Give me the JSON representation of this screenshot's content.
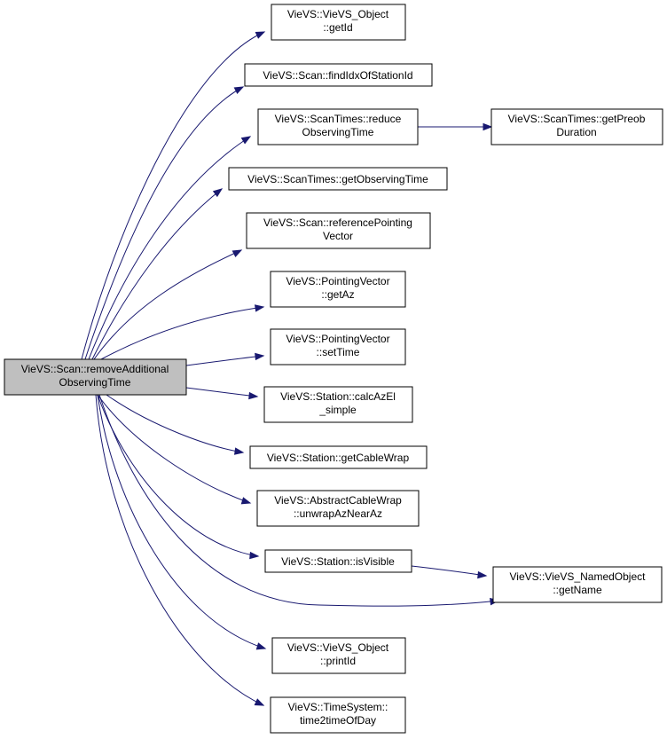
{
  "nodes": [
    {
      "id": "root",
      "lines": [
        "VieVS::Scan::removeAdditional",
        "ObservingTime"
      ]
    },
    {
      "id": "n1",
      "lines": [
        "VieVS::VieVS_Object",
        "::getId"
      ]
    },
    {
      "id": "n2",
      "lines": [
        "VieVS::Scan::findIdxOfStationId"
      ]
    },
    {
      "id": "n3",
      "lines": [
        "VieVS::ScanTimes::reduce",
        "ObservingTime"
      ]
    },
    {
      "id": "n4",
      "lines": [
        "VieVS::ScanTimes::getPreob",
        "Duration"
      ]
    },
    {
      "id": "n5",
      "lines": [
        "VieVS::ScanTimes::getObservingTime"
      ]
    },
    {
      "id": "n6",
      "lines": [
        "VieVS::Scan::referencePointing",
        "Vector"
      ]
    },
    {
      "id": "n7",
      "lines": [
        "VieVS::PointingVector",
        "::getAz"
      ]
    },
    {
      "id": "n8",
      "lines": [
        "VieVS::PointingVector",
        "::setTime"
      ]
    },
    {
      "id": "n9",
      "lines": [
        "VieVS::Station::calcAzEl",
        "_simple"
      ]
    },
    {
      "id": "n10",
      "lines": [
        "VieVS::Station::getCableWrap"
      ]
    },
    {
      "id": "n11",
      "lines": [
        "VieVS::AbstractCableWrap",
        "::unwrapAzNearAz"
      ]
    },
    {
      "id": "n12",
      "lines": [
        "VieVS::Station::isVisible"
      ]
    },
    {
      "id": "n13",
      "lines": [
        "VieVS::VieVS_NamedObject",
        "::getName"
      ]
    },
    {
      "id": "n14",
      "lines": [
        "VieVS::VieVS_Object",
        "::printId"
      ]
    },
    {
      "id": "n15",
      "lines": [
        "VieVS::TimeSystem::",
        "time2timeOfDay"
      ]
    }
  ],
  "edges": [
    [
      "root",
      "n1"
    ],
    [
      "root",
      "n2"
    ],
    [
      "root",
      "n3"
    ],
    [
      "n3",
      "n4"
    ],
    [
      "root",
      "n5"
    ],
    [
      "root",
      "n6"
    ],
    [
      "root",
      "n7"
    ],
    [
      "root",
      "n8"
    ],
    [
      "root",
      "n9"
    ],
    [
      "root",
      "n10"
    ],
    [
      "root",
      "n11"
    ],
    [
      "root",
      "n12"
    ],
    [
      "n12",
      "n13"
    ],
    [
      "root",
      "n13"
    ],
    [
      "root",
      "n14"
    ],
    [
      "root",
      "n15"
    ]
  ],
  "colors": {
    "edge": "#191970",
    "root_fill": "#bfbfbf",
    "node_fill": "#ffffff",
    "node_border": "#000000"
  }
}
